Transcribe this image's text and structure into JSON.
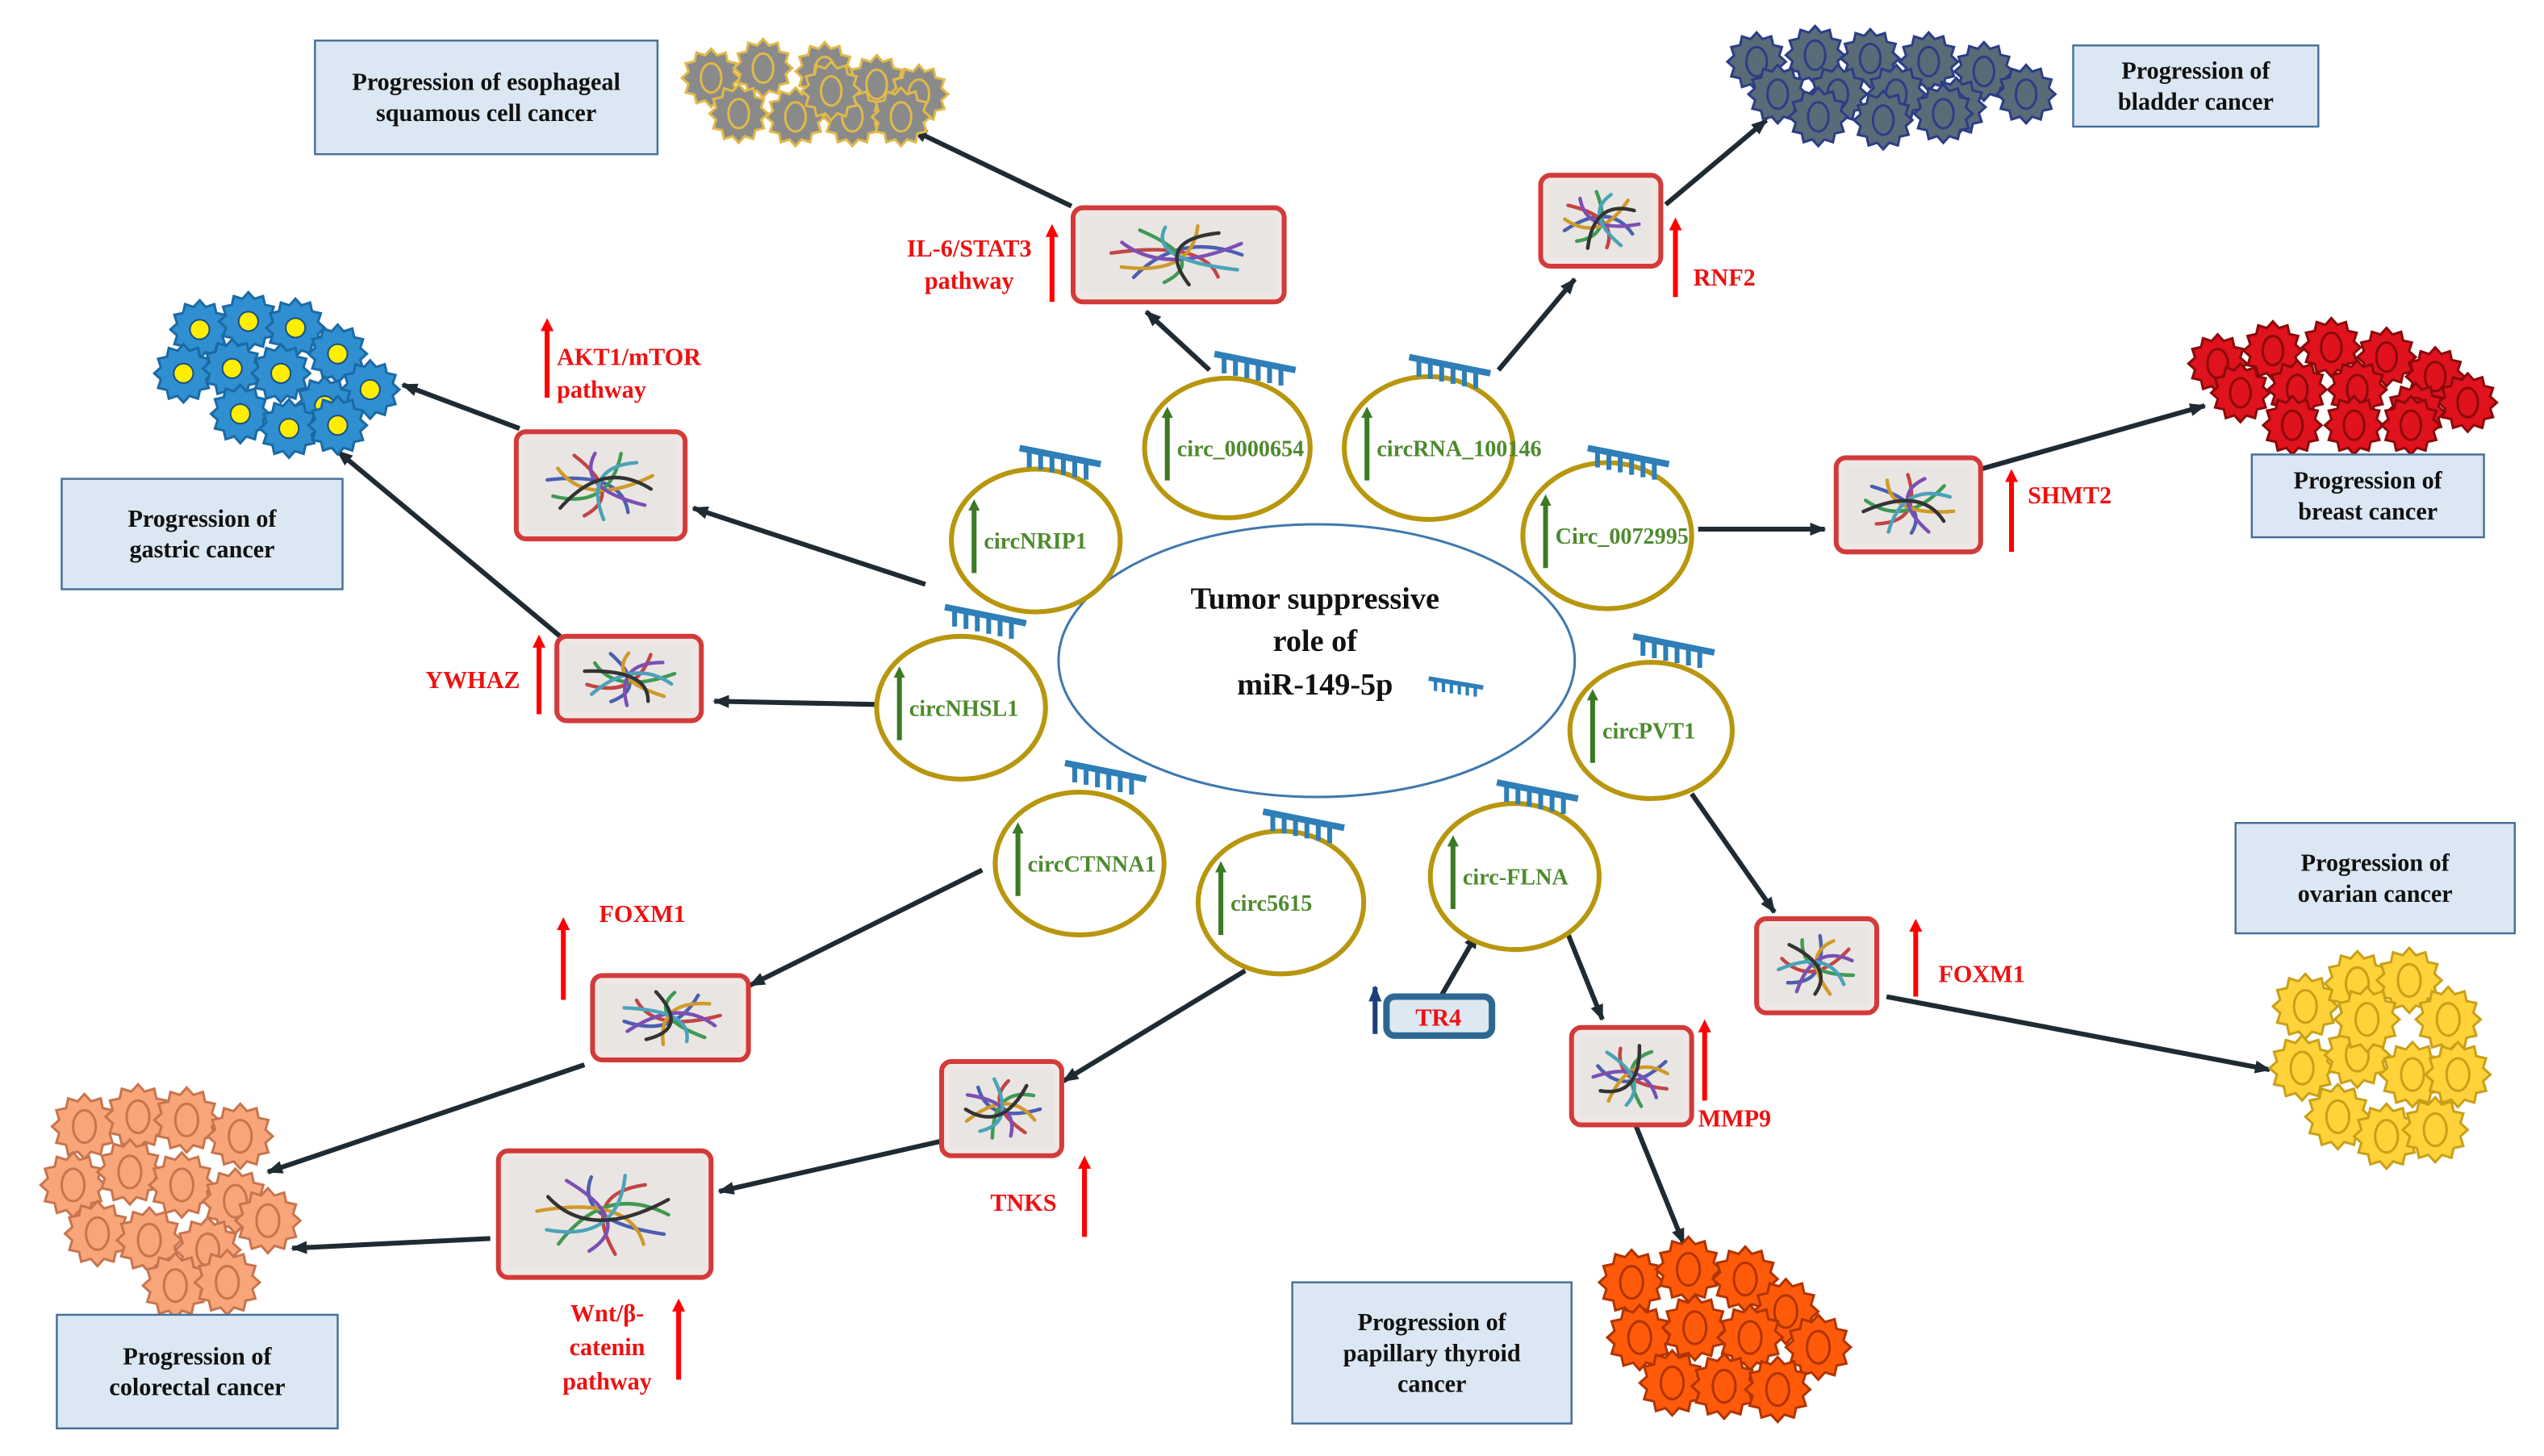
{
  "center": {
    "lines": [
      "Tumor suppressive",
      "role of",
      "miR-149-5p"
    ]
  },
  "circrnas": [
    {
      "key": "circ_0000654",
      "label": "circ_0000654"
    },
    {
      "key": "circRNA_100146",
      "label": "circRNA_100146"
    },
    {
      "key": "Circ_0072995",
      "label": "Circ_0072995"
    },
    {
      "key": "circNRIP1",
      "label": "circNRIP1"
    },
    {
      "key": "circNHSL1",
      "label": "circNHSL1"
    },
    {
      "key": "circPVT1",
      "label": "circPVT1"
    },
    {
      "key": "circCTNNA1",
      "label": "circCTNNA1"
    },
    {
      "key": "circ5615",
      "label": "circ5615"
    },
    {
      "key": "circ-FLNA",
      "label": "circ-FLNA"
    }
  ],
  "targets": [
    {
      "key": "il6",
      "lines": [
        "IL-6/STAT3",
        "pathway"
      ]
    },
    {
      "key": "rnf2",
      "lines": [
        "RNF2"
      ]
    },
    {
      "key": "akt",
      "lines": [
        "AKT1/mTOR",
        "pathway"
      ]
    },
    {
      "key": "shmt2",
      "lines": [
        "SHMT2"
      ]
    },
    {
      "key": "ywhaz",
      "lines": [
        "YWHAZ"
      ]
    },
    {
      "key": "foxm1_right",
      "lines": [
        "FOXM1"
      ]
    },
    {
      "key": "foxm1_left",
      "lines": [
        "FOXM1"
      ]
    },
    {
      "key": "mmp9",
      "lines": [
        "MMP9"
      ]
    },
    {
      "key": "tnks",
      "lines": [
        "TNKS"
      ]
    },
    {
      "key": "wnt",
      "lines": [
        "Wnt/β-",
        "catenin",
        "pathway"
      ]
    }
  ],
  "tr4": {
    "label": "TR4"
  },
  "cancers": [
    {
      "key": "esophageal",
      "lines": [
        "Progression of esophageal",
        "squamous cell cancer"
      ]
    },
    {
      "key": "bladder",
      "lines": [
        "Progression of",
        "bladder cancer"
      ]
    },
    {
      "key": "gastric",
      "lines": [
        "Progression of",
        "gastric cancer"
      ]
    },
    {
      "key": "breast",
      "lines": [
        "Progression of",
        "breast cancer"
      ]
    },
    {
      "key": "ovarian",
      "lines": [
        "Progression of",
        "ovarian cancer"
      ]
    },
    {
      "key": "thyroid",
      "lines": [
        "Progression of",
        "papillary thyroid",
        "cancer"
      ]
    },
    {
      "key": "colorectal",
      "lines": [
        "Progression of",
        "colorectal cancer"
      ]
    }
  ],
  "colors": {
    "circ_border": "#b8960e",
    "circ_text": "#4e8a2e",
    "up_green": "#3a7a24",
    "up_red": "#ff0000",
    "target_text": "#ee1111",
    "mirna": "#2e7fb7",
    "center_oval": "#3f78ad",
    "box_fill": "#dbe7f2",
    "box_border": "#446f99",
    "protein_border": "#d33a3a",
    "arrow": "#1f2b33",
    "tr4_border": "#2e6892",
    "tr4_fill": "#dce8f2",
    "tr4_arrow": "#1c3f7a",
    "cell_esophageal": "#8a8a8a",
    "cell_bladder": "#5a6b78",
    "cell_gastric": "#2f8fd0",
    "cell_breast": "#e0121e",
    "cell_ovarian": "#ffd23a",
    "cell_thyroid": "#ff5a0a",
    "cell_colorectal": "#f9a57a"
  }
}
